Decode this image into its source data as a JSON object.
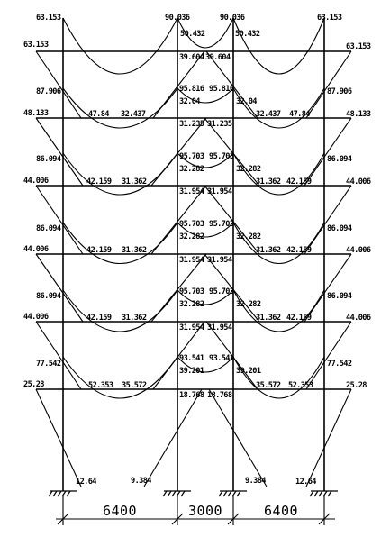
{
  "dimensions": [
    {
      "text": "6400"
    },
    {
      "text": "3000"
    },
    {
      "text": "6400"
    }
  ],
  "labels": [
    "63.153",
    "90.036",
    "90.036",
    "63.153",
    "50.432",
    "50.432",
    "63.153",
    "63.153",
    "39.604",
    "39.604",
    "87.906",
    "95.816",
    "95.816",
    "87.906",
    "32.04",
    "32.04",
    "48.133",
    "47.84",
    "32.437",
    "32.437",
    "47.84",
    "48.133",
    "31.235",
    "31.235",
    "86.094",
    "95.703",
    "95.703",
    "86.094",
    "32.282",
    "32.282",
    "44.006",
    "42.159",
    "31.362",
    "31.362",
    "42.159",
    "44.006",
    "31.954",
    "31.954",
    "86.094",
    "95.703",
    "95.703",
    "86.094",
    "32.282",
    "32.282",
    "44.006",
    "42.159",
    "31.362",
    "31.362",
    "42.159",
    "44.006",
    "31.954",
    "31.954",
    "86.094",
    "95.703",
    "95.703",
    "86.094",
    "32.282",
    "32.282",
    "44.006",
    "42.159",
    "31.362",
    "31.362",
    "42.159",
    "44.006",
    "31.954",
    "31.954",
    "77.542",
    "93.541",
    "93.541",
    "77.542",
    "39.201",
    "39.201",
    "25.28",
    "52.353",
    "35.572",
    "35.572",
    "52.353",
    "25.28",
    "18.768",
    "18.768",
    "12.64",
    "9.384",
    "9.384",
    "12.64"
  ]
}
